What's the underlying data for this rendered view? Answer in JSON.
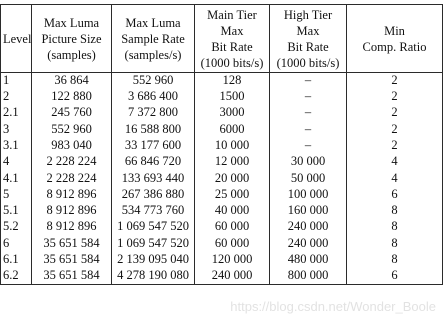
{
  "headers": [
    [
      "Level"
    ],
    [
      "Max Luma",
      "Picture Size",
      "(samples)"
    ],
    [
      "Max Luma",
      "Sample Rate",
      "(samples/s)"
    ],
    [
      "Main Tier",
      "Max",
      "Bit Rate",
      "(1000 bits/s)"
    ],
    [
      "High Tier",
      "Max",
      "Bit Rate",
      "(1000 bits/s)"
    ],
    [
      "Min",
      "Comp. Ratio"
    ]
  ],
  "rows": [
    [
      "1",
      "36 864",
      "552 960",
      "128",
      "–",
      "2"
    ],
    [
      "2",
      "122 880",
      "3 686 400",
      "1500",
      "–",
      "2"
    ],
    [
      "2.1",
      "245 760",
      "7 372 800",
      "3000",
      "–",
      "2"
    ],
    [
      "3",
      "552 960",
      "16 588 800",
      "6000",
      "–",
      "2"
    ],
    [
      "3.1",
      "983 040",
      "33 177 600",
      "10 000",
      "–",
      "2"
    ],
    [
      "4",
      "2 228 224",
      "66 846 720",
      "12 000",
      "30 000",
      "4"
    ],
    [
      "4.1",
      "2 228 224",
      "133 693 440",
      "20 000",
      "50 000",
      "4"
    ],
    [
      "5",
      "8 912 896",
      "267 386 880",
      "25 000",
      "100 000",
      "6"
    ],
    [
      "5.1",
      "8 912 896",
      "534 773 760",
      "40 000",
      "160 000",
      "8"
    ],
    [
      "5.2",
      "8 912 896",
      "1 069 547 520",
      "60 000",
      "240 000",
      "8"
    ],
    [
      "6",
      "35 651 584",
      "1 069 547 520",
      "60 000",
      "240 000",
      "8"
    ],
    [
      "6.1",
      "35 651 584",
      "2 139 095 040",
      "120 000",
      "480 000",
      "8"
    ],
    [
      "6.2",
      "35 651 584",
      "4 278 190 080",
      "240 000",
      "800 000",
      "6"
    ]
  ],
  "watermark": "https://blog.csdn.net/Wonder_Boole"
}
